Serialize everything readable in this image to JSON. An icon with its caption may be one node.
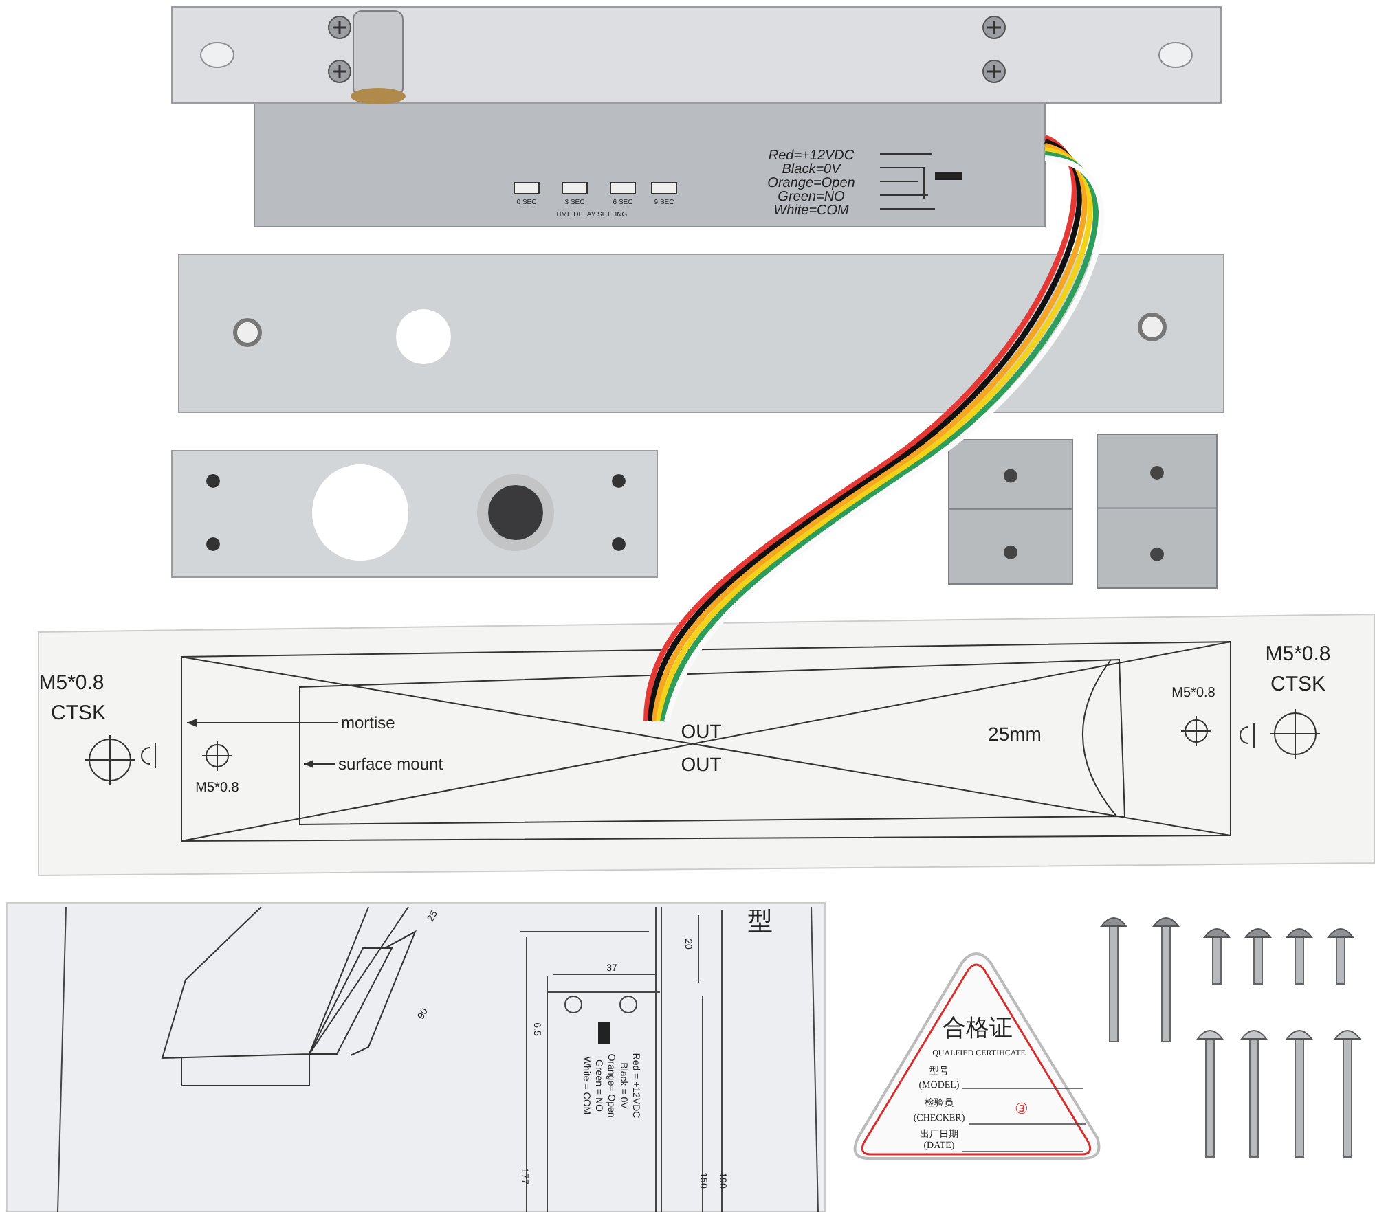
{
  "diagram": {
    "nodes": [
      {
        "text": [
          "mortise"
        ]
      },
      {
        "text": [
          "surface mount"
        ]
      }
    ],
    "edges": [
      {
        "from": 0,
        "to": null,
        "arrow": "to"
      },
      {
        "from": 1,
        "to": null,
        "arrow": "to"
      }
    ],
    "labels": [
      "Red=+12VDC",
      "Black=0V",
      "Orange=Open",
      "Green=NO",
      "White=COM",
      "0 SEC",
      "3 SEC",
      "6 SEC",
      "9 SEC",
      "TIME DELAY SETTING",
      "M5*0.8",
      "CTSK",
      "M5*0.8",
      "OUT",
      "OUT",
      "25mm",
      "M5*0.8",
      "M5*0.8",
      "CTSK",
      "25",
      "90",
      "37",
      "20",
      "6.5",
      "177",
      "150",
      "190",
      "Red = +12VDC",
      "Black = 0V",
      "Orange= Open",
      "Green = NO",
      "White = COM",
      "型",
      "合格证",
      "QUALFIED CERTIHCATE",
      "型号",
      "(MODEL)",
      "检验员",
      "(CHECKER)",
      "③",
      "出厂日期",
      "(DATE)"
    ]
  }
}
